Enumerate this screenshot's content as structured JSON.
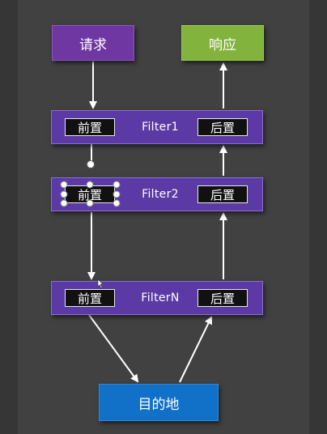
{
  "nodes": {
    "request": "请求",
    "response": "响应",
    "destination": "目的地"
  },
  "filters": [
    {
      "name": "Filter1",
      "pre": "前置",
      "post": "后置"
    },
    {
      "name": "Filter2",
      "pre": "前置",
      "post": "后置"
    },
    {
      "name": "FilterN",
      "pre": "前置",
      "post": "后置"
    }
  ],
  "colors": {
    "request": "#6e37a2",
    "response": "#82b33d",
    "destination": "#1170c8",
    "filter": "#5b3aa5",
    "tag": "#111111",
    "background": "#414141"
  },
  "selection_handles": true
}
